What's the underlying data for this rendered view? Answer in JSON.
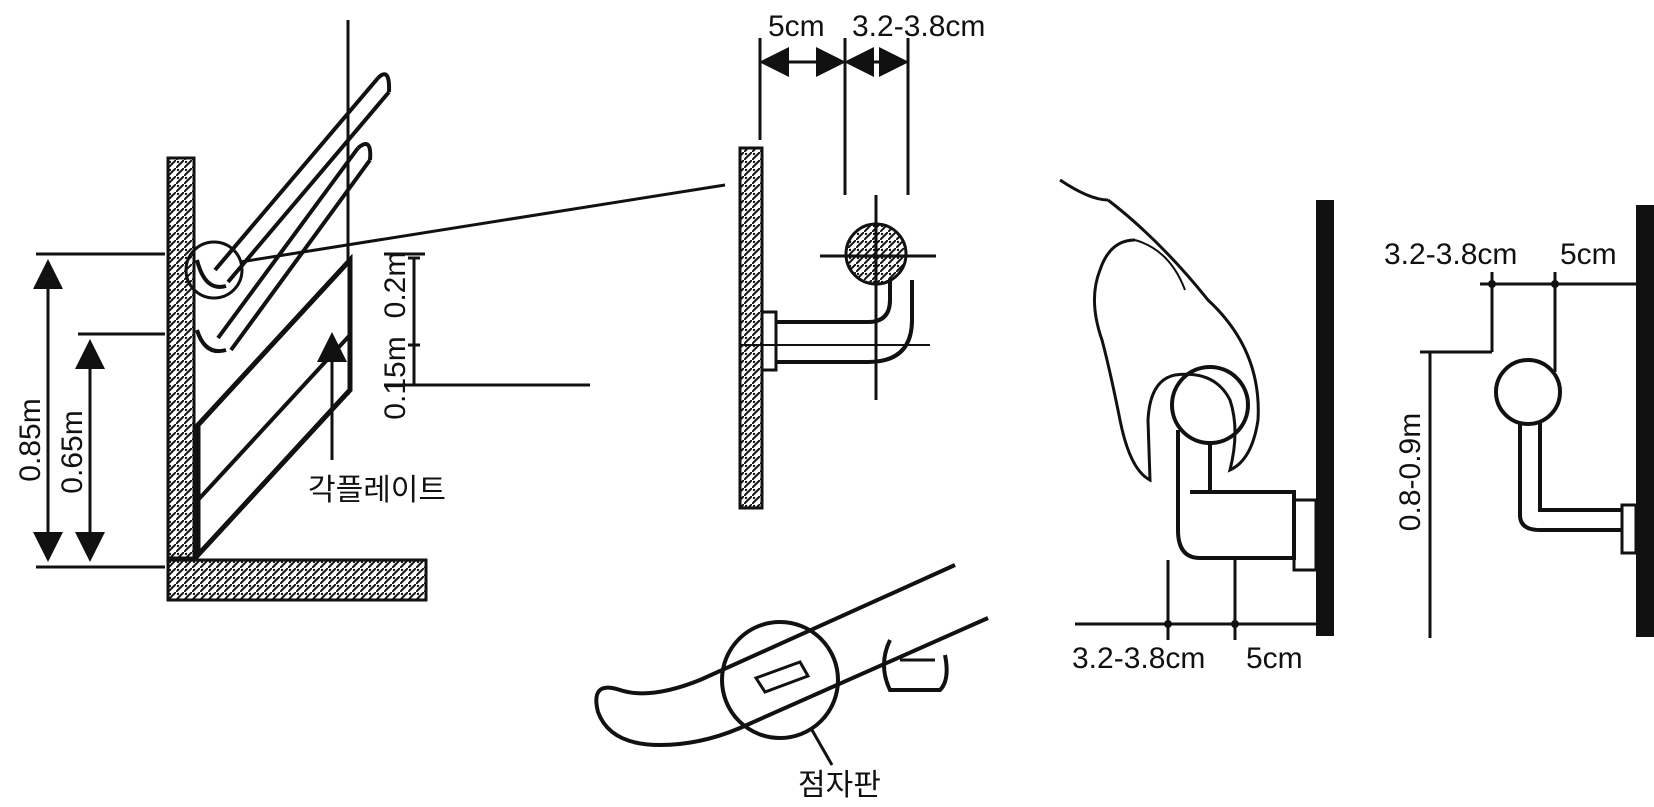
{
  "figure_1": {
    "dim_upper_handrail_height": "0.85m",
    "dim_lower_handrail_height": "0.65m",
    "dim_spacing_top": "0.2m",
    "dim_spacing_bottom": "0.15m",
    "plate_label": "각플레이트"
  },
  "figure_2": {
    "dim_wall_gap": "5cm",
    "dim_rail_diameter": "3.2-3.8cm"
  },
  "figure_3": {
    "braille_label": "점자판"
  },
  "figure_4": {
    "dim_rail_diameter": "3.2-3.8cm",
    "dim_wall_gap": "5cm"
  },
  "figure_5": {
    "dim_rail_diameter": "3.2-3.8cm",
    "dim_wall_gap": "5cm",
    "dim_height": "0.8-0.9m"
  },
  "colors": {
    "ink": "#111111",
    "background": "#ffffff"
  }
}
